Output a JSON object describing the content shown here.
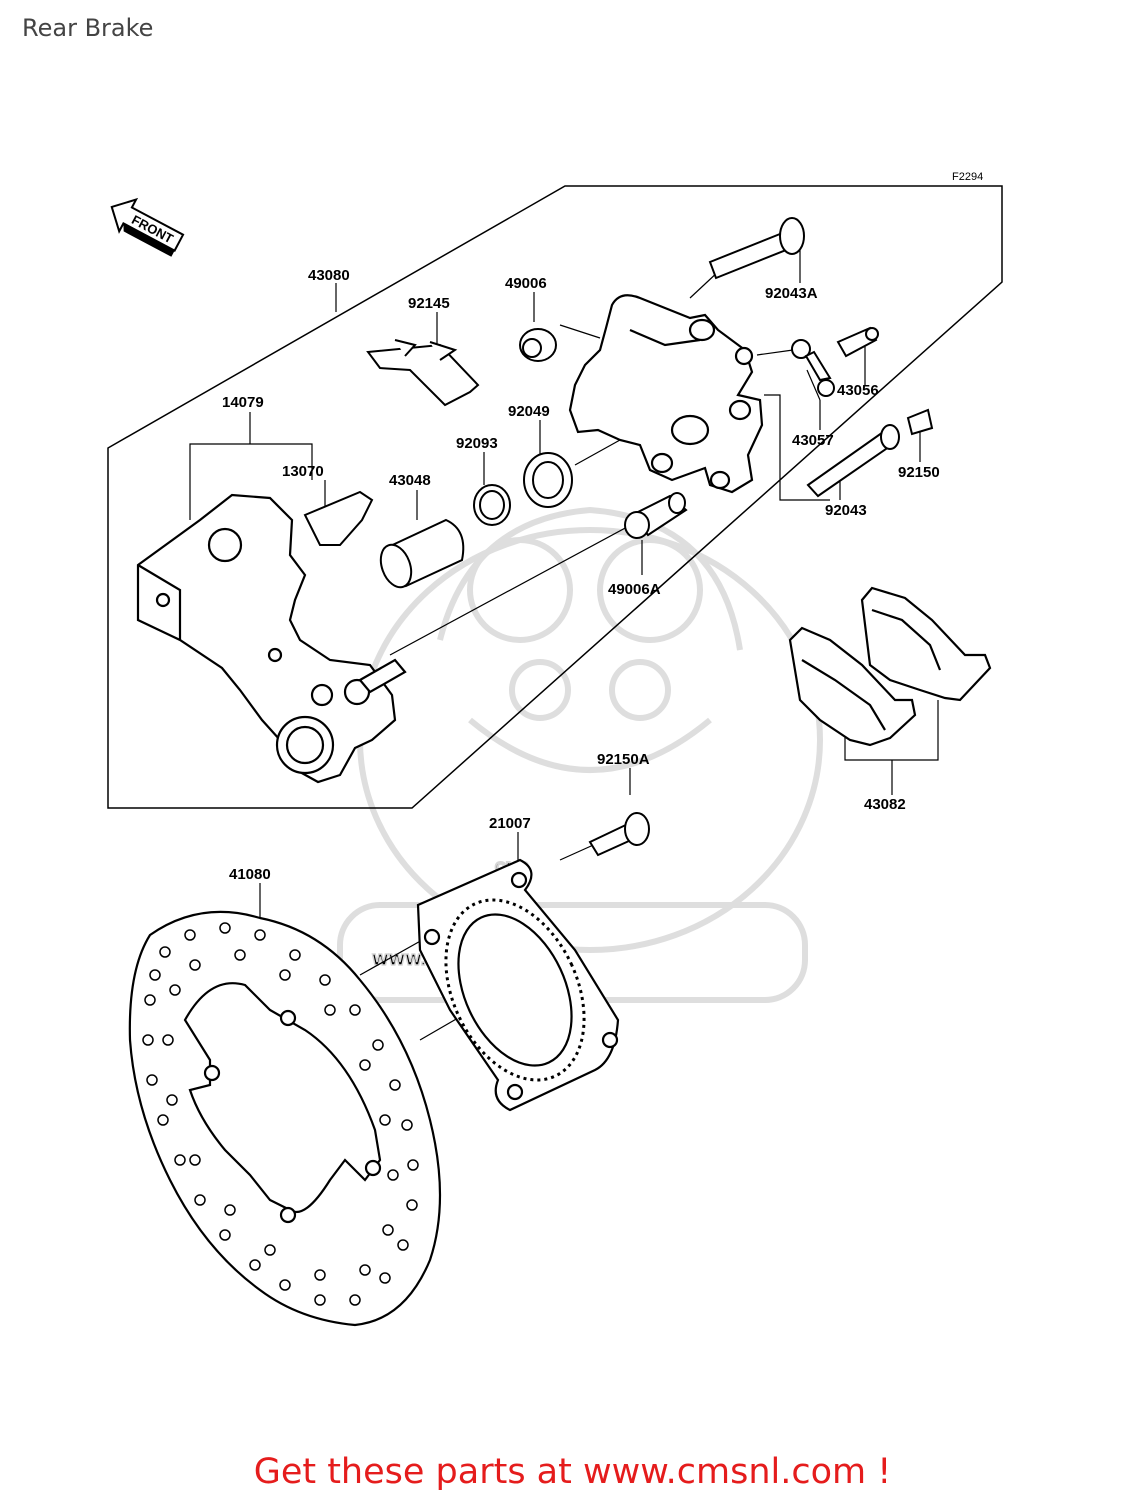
{
  "page": {
    "title": "Rear Brake",
    "footer_link": "Get these parts at www.cmsnl.com !"
  },
  "diagram": {
    "code": "F2294",
    "front_marker": "FRONT",
    "watermark": {
      "brand": "CMS",
      "url": "WWW.CMSNL.COM"
    },
    "labels": {
      "l43080": "43080",
      "l92145": "92145",
      "l49006": "49006",
      "l92043A": "92043A",
      "l43056": "43056",
      "l43057": "43057",
      "l14079": "14079",
      "l92049": "92049",
      "l92093": "92093",
      "l13070": "13070",
      "l43048": "43048",
      "l92150": "92150",
      "l92043": "92043",
      "l49006A": "49006A",
      "l92150A": "92150A",
      "l21007": "21007",
      "l43082": "43082",
      "l41080": "41080"
    }
  },
  "colors": {
    "footer_red": "#e51c1c",
    "line": "#000000",
    "watermark": "#dcdcdc"
  }
}
